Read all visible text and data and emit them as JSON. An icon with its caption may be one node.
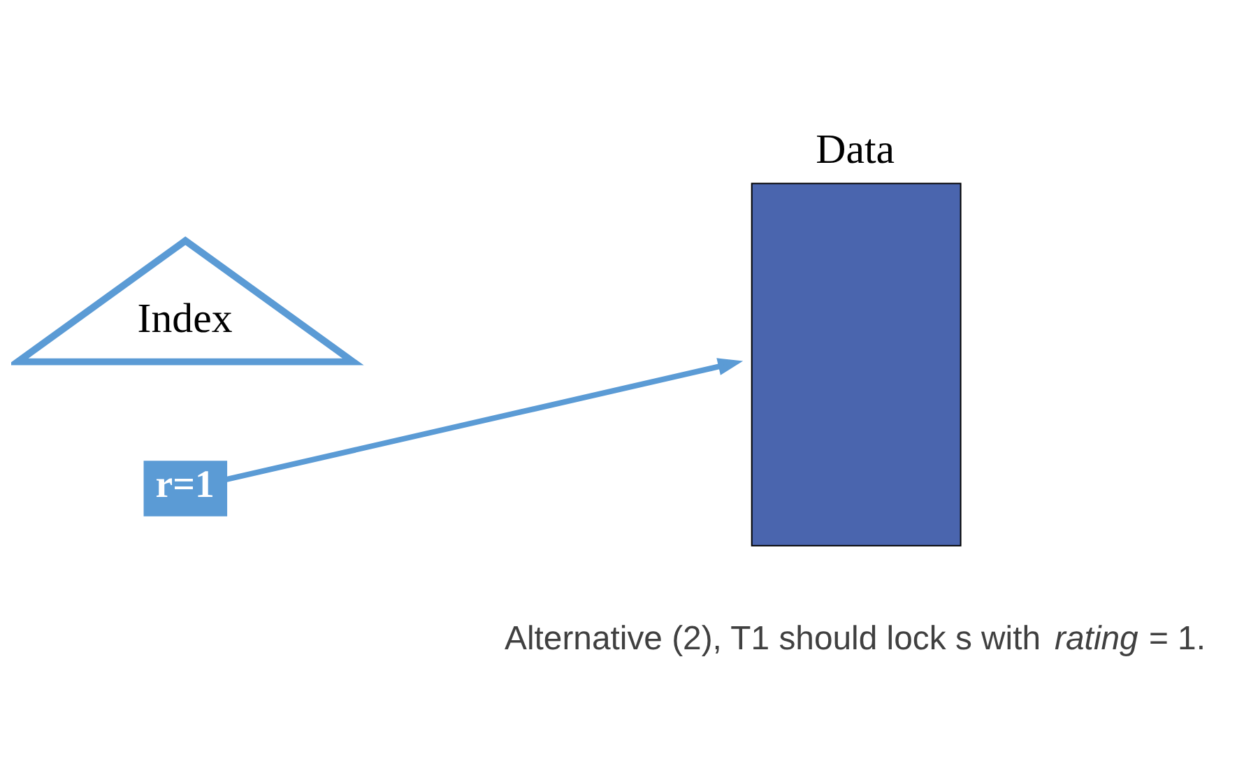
{
  "diagram": {
    "nodes": [
      {
        "text": [
          "Index"
        ]
      },
      {
        "text": [
          "r=1"
        ]
      },
      {
        "text": [
          "Data"
        ]
      }
    ],
    "edges": [
      {
        "from": 1,
        "to": 2,
        "arrow": "to"
      }
    ],
    "labels": [
      "Alternative (2), T1 should lock s with *rating* = 1."
    ]
  }
}
